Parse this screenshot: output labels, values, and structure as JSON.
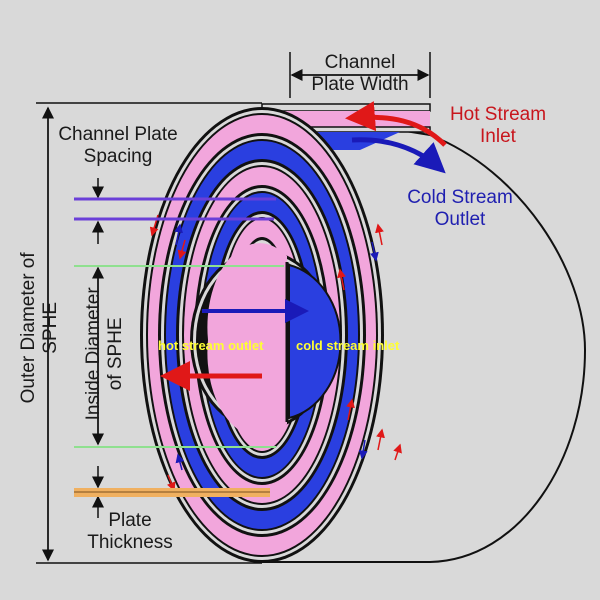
{
  "title": "Spiral Plate Heat Exchanger (SPHE) schematic",
  "colors": {
    "background": "#d9d9d9",
    "hot_channel": "#f2a6dc",
    "cold_channel": "#2a3fe0",
    "hot_arrow": "#e01818",
    "cold_arrow": "#1a1ab8",
    "spacing_marker": "#6a3fd8",
    "diameter_marker": "#8fe08f",
    "thickness_marker": "#f0b060",
    "inner_label": "#ffff33"
  },
  "labels": {
    "channel_plate_width": [
      "Channel",
      "Plate Width"
    ],
    "hot_stream_inlet": [
      "Hot Stream",
      "Inlet"
    ],
    "cold_stream_outlet": [
      "Cold Stream",
      "Outlet"
    ],
    "channel_plate_spacing": [
      "Channel Plate",
      "Spacing"
    ],
    "outer_diameter": [
      "Outer Diameter of",
      "SPHE"
    ],
    "inside_diameter": [
      "Inside Diameter",
      "of SPHE"
    ],
    "plate_thickness": [
      "Plate",
      "Thickness"
    ],
    "hot_stream_outlet": "hot stream outlet",
    "cold_stream_inlet": "cold stream inlet"
  }
}
